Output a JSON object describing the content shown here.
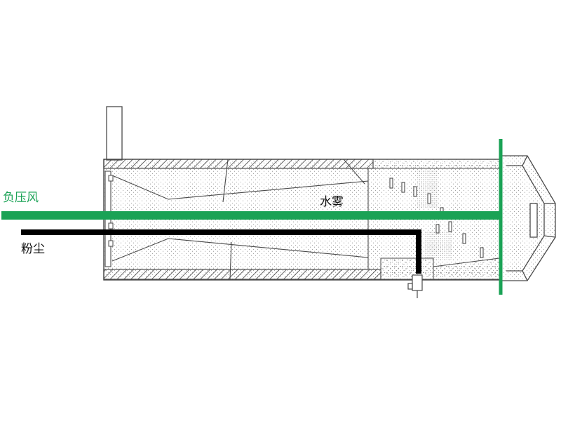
{
  "labels": {
    "negative_pressure_air": "负压风",
    "dust": "粉尘",
    "water_mist": "水雾"
  },
  "colors": {
    "air_flow": "#1aa255",
    "dust_flow": "#000000",
    "label_air": "#1aa255",
    "label_dust": "#111111",
    "label_mist": "#111111",
    "outline": "#4a4a4a",
    "speckle": "#8c8c8c"
  }
}
